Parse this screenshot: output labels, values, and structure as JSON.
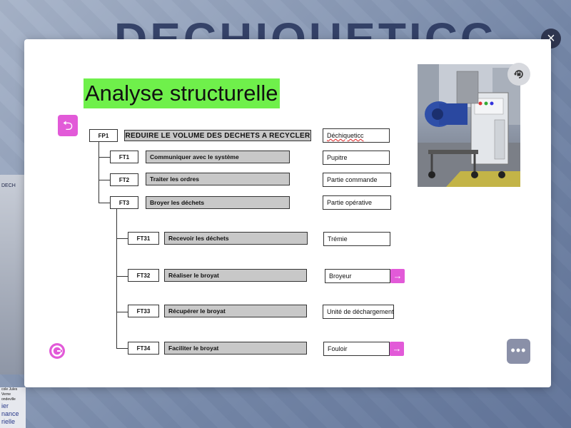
{
  "background": {
    "title": "DECHIQUETICC",
    "left_panel_text": "DECH",
    "bottom_card_lines": [
      "cole Jules Verne",
      "ondeville",
      "ier",
      "nance",
      "rielle"
    ]
  },
  "modal": {
    "title": "Analyse structurelle",
    "close_icon": "×",
    "back_icon": "⮌",
    "more_icon": "•••"
  },
  "diagram": {
    "root": {
      "code": "FP1",
      "label": "REDUIRE LE VOLUME DES DECHETS A RECYCLER",
      "component": "Déchiqueticc"
    },
    "level1": [
      {
        "code": "FT1",
        "label": "Communiquer avec le système",
        "component": "Pupitre"
      },
      {
        "code": "FT2",
        "label": "Traiter les ordres",
        "component": "Partie commande"
      },
      {
        "code": "FT3",
        "label": "Broyer les déchets",
        "component": "Partie opérative"
      }
    ],
    "level2": [
      {
        "code": "FT31",
        "label": "Recevoir les déchets",
        "component": "Trémie",
        "has_link": false
      },
      {
        "code": "FT32",
        "label": "Réaliser le broyat",
        "component": "Broyeur",
        "has_link": true
      },
      {
        "code": "FT33",
        "label": "Récupérer le broyat",
        "component": "Unité de déchargement",
        "has_link": false
      },
      {
        "code": "FT34",
        "label": "Faciliter le broyat",
        "component": "Fouloir",
        "has_link": true
      }
    ],
    "link_icon": "→"
  },
  "colors": {
    "title_highlight": "#6ff04b",
    "accent": "#e25ad8",
    "function_fill": "#c8c8c8"
  }
}
